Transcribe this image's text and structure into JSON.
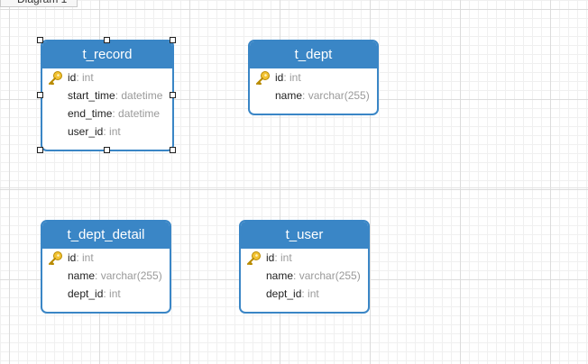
{
  "tab": {
    "label": "Diagram 1"
  },
  "entities": [
    {
      "title": "t_record",
      "fields": [
        {
          "name": "id",
          "type": ": int",
          "key": true
        },
        {
          "name": "start_time",
          "type": ": datetime",
          "key": false
        },
        {
          "name": "end_time",
          "type": ": datetime",
          "key": false
        },
        {
          "name": "user_id",
          "type": ": int",
          "key": false
        }
      ]
    },
    {
      "title": "t_dept",
      "fields": [
        {
          "name": "id",
          "type": ": int",
          "key": true
        },
        {
          "name": "name",
          "type": ": varchar(255)",
          "key": false
        }
      ]
    },
    {
      "title": "t_dept_detail",
      "fields": [
        {
          "name": "id",
          "type": ": int",
          "key": true
        },
        {
          "name": "name",
          "type": ": varchar(255)",
          "key": false
        },
        {
          "name": "dept_id",
          "type": ": int",
          "key": false
        }
      ]
    },
    {
      "title": "t_user",
      "fields": [
        {
          "name": "id",
          "type": ": int",
          "key": true
        },
        {
          "name": "name",
          "type": ": varchar(255)",
          "key": false
        },
        {
          "name": "dept_id",
          "type": ": int",
          "key": false
        }
      ]
    }
  ],
  "icons": {
    "primary_key": "key-icon"
  },
  "colors": {
    "accent": "#3a86c6",
    "key": "#e8b10c",
    "type_text": "#9a9a9a"
  }
}
